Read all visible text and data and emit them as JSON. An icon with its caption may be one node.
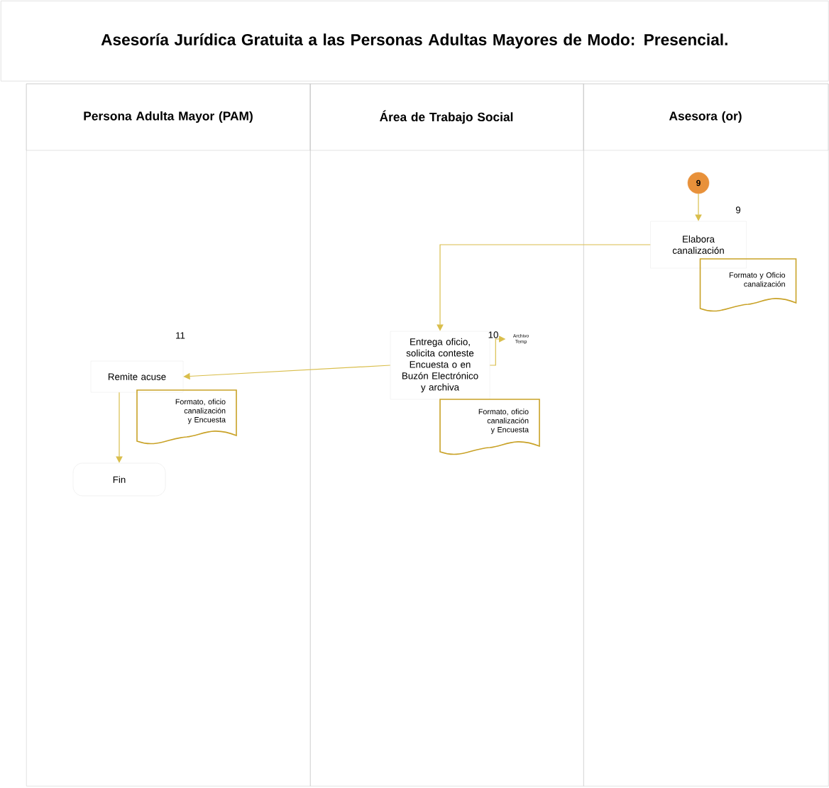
{
  "diagram": {
    "title": "Asesoría Jurídica Gratuita a las Personas Adultas Mayores de Modo: Presencial.",
    "nodes": [
      {
        "text": [
          "Persona Adulta Mayor (PAM)"
        ]
      },
      {
        "text": [
          "Área de Trabajo Social"
        ]
      },
      {
        "text": [
          "Asesora (or)"
        ]
      },
      {
        "text": [
          "9"
        ],
        "in": 2
      },
      {
        "text": [
          "Elabora canalización"
        ],
        "in": 2,
        "beside": [
          "9"
        ]
      },
      {
        "text": [
          "Formato y Oficio canalización"
        ],
        "in": 2
      },
      {
        "text": [
          "Entrega oficio, solicita conteste Encuesta o en Buzón Electrónico y archiva"
        ],
        "in": 1,
        "beside": [
          "10"
        ]
      },
      {
        "text": [
          "Archivo Temp"
        ],
        "in": 1
      },
      {
        "text": [
          "Formato, oficio canalización y Encuesta"
        ],
        "in": 1
      },
      {
        "text": [
          "Remite acuse"
        ],
        "in": 0,
        "beside": [
          "11"
        ]
      },
      {
        "text": [
          "Formato, oficio canalización y Encuesta"
        ],
        "in": 0
      },
      {
        "text": [
          "Fin"
        ],
        "in": 0
      }
    ],
    "edges": [
      {
        "from": 3,
        "to": 4,
        "arrow": "to"
      },
      {
        "from": 4,
        "to": 6,
        "arrow": "to"
      },
      {
        "from": 6,
        "to": 7,
        "arrow": "to"
      },
      {
        "from": 6,
        "to": 9,
        "arrow": "to"
      },
      {
        "from": 9,
        "to": 11,
        "arrow": "to"
      }
    ]
  }
}
